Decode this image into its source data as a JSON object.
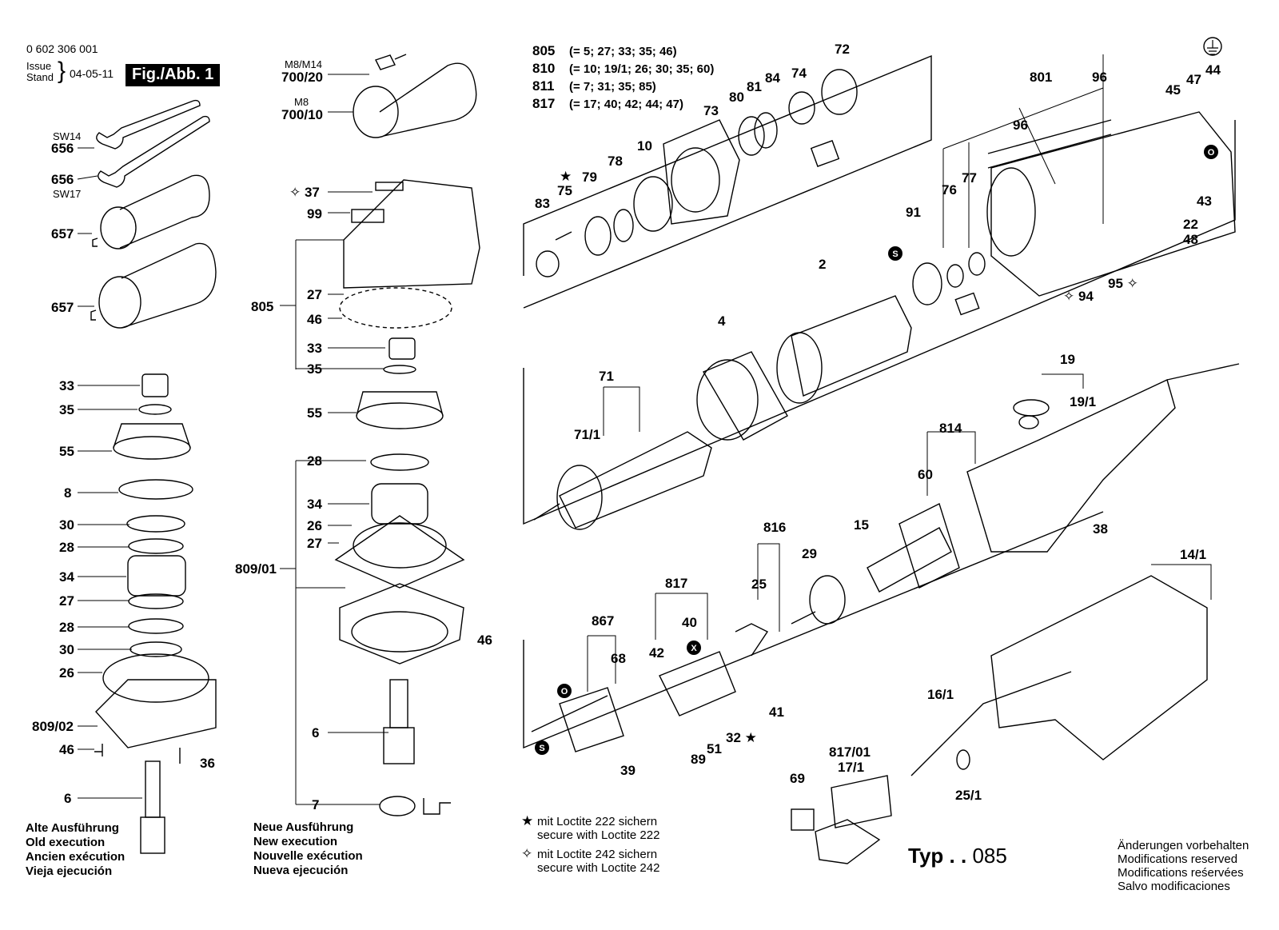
{
  "header": {
    "doc_number": "0 602 306 001",
    "issue_line1": "Issue",
    "issue_line2": "Stand",
    "issue_date": "04-05-11",
    "fig_label": "Fig./Abb. 1"
  },
  "kits": [
    {
      "num": "805",
      "contents": "(= 5; 27; 33; 35; 46)"
    },
    {
      "num": "810",
      "contents": "(= 10; 19/1; 26; 30; 35; 60)"
    },
    {
      "num": "811",
      "contents": "(= 7; 31; 35; 85)"
    },
    {
      "num": "817",
      "contents": "(= 17; 40; 42; 44; 47)"
    }
  ],
  "left_column_labels": {
    "sw14": "SW14",
    "l656a": "656",
    "l656b": "656",
    "sw17": "SW17",
    "l657a": "657",
    "l657b": "657",
    "l33": "33",
    "l35": "35",
    "l55": "55",
    "l8": "8",
    "l30a": "30",
    "l28a": "28",
    "l34": "34",
    "l27": "27",
    "l28b": "28",
    "l30b": "30",
    "l26": "26",
    "l809_02": "809/02",
    "l46": "46",
    "l36": "36",
    "l6": "6"
  },
  "middle_column_labels": {
    "m8m14": "M8/M14",
    "l700_20": "700/20",
    "m8": "M8",
    "l700_10": "700/10",
    "l37": "37",
    "l99": "99",
    "l805": "805",
    "l27": "27",
    "l46": "46",
    "l33": "33",
    "l35": "35",
    "l55": "55",
    "l28": "28",
    "l34": "34",
    "l26": "26",
    "l27b": "27",
    "l809_01": "809/01",
    "l46b": "46",
    "l6": "6",
    "l7": "7"
  },
  "right_labels": {
    "l72": "72",
    "l74": "74",
    "l84": "84",
    "l81": "81",
    "l80": "80",
    "l73": "73",
    "l10": "10",
    "l78": "78",
    "l79": "79",
    "l75": "75",
    "l83": "83",
    "l91": "91",
    "l2": "2",
    "l4": "4",
    "l71": "71",
    "l71_1": "71/1",
    "l801": "801",
    "l96a": "96",
    "l96b": "96",
    "l76": "76",
    "l77": "77",
    "l45": "45",
    "l47": "47",
    "l44": "44",
    "l43": "43",
    "l22": "22",
    "l48": "48",
    "l95": "95",
    "l94": "94",
    "l19": "19",
    "l19_1": "19/1",
    "l814": "814",
    "l60": "60",
    "l38": "38",
    "l816": "816",
    "l15": "15",
    "l29": "29",
    "l25": "25",
    "l817": "817",
    "l40": "40",
    "l42": "42",
    "l867": "867",
    "l68": "68",
    "l41": "41",
    "l32": "32",
    "l51": "51",
    "l89": "89",
    "l39": "39",
    "l14_1": "14/1",
    "l16_1": "16/1",
    "l817_01": "817/01",
    "l17_1": "17/1",
    "l69": "69",
    "l25_1": "25/1"
  },
  "execution_old": [
    "Alte Ausführung",
    "Old execution",
    "Ancien exécution",
    "Vieja ejecución"
  ],
  "execution_new": [
    "Neue Ausführung",
    "New execution",
    "Nouvelle exécution",
    "Nueva ejecución"
  ],
  "notes": {
    "loctite222_sym": "★",
    "loctite222_de": "mit Loctite 222 sichern",
    "loctite222_en": "secure with Loctite 222",
    "loctite242_sym": "✧",
    "loctite242_de": "mit Loctite 242 sichern",
    "loctite242_en": "secure with Loctite 242"
  },
  "type": {
    "prefix": "Typ . .",
    "number": "085"
  },
  "modifications": [
    "Änderungen vorbehalten",
    "Modifications reserved",
    "Modifications reśervées",
    "Salvo modificaciones"
  ],
  "symbols": {
    "grease_o": "O",
    "grease_s": "S",
    "grease_x": "X",
    "ground": "⏚"
  }
}
